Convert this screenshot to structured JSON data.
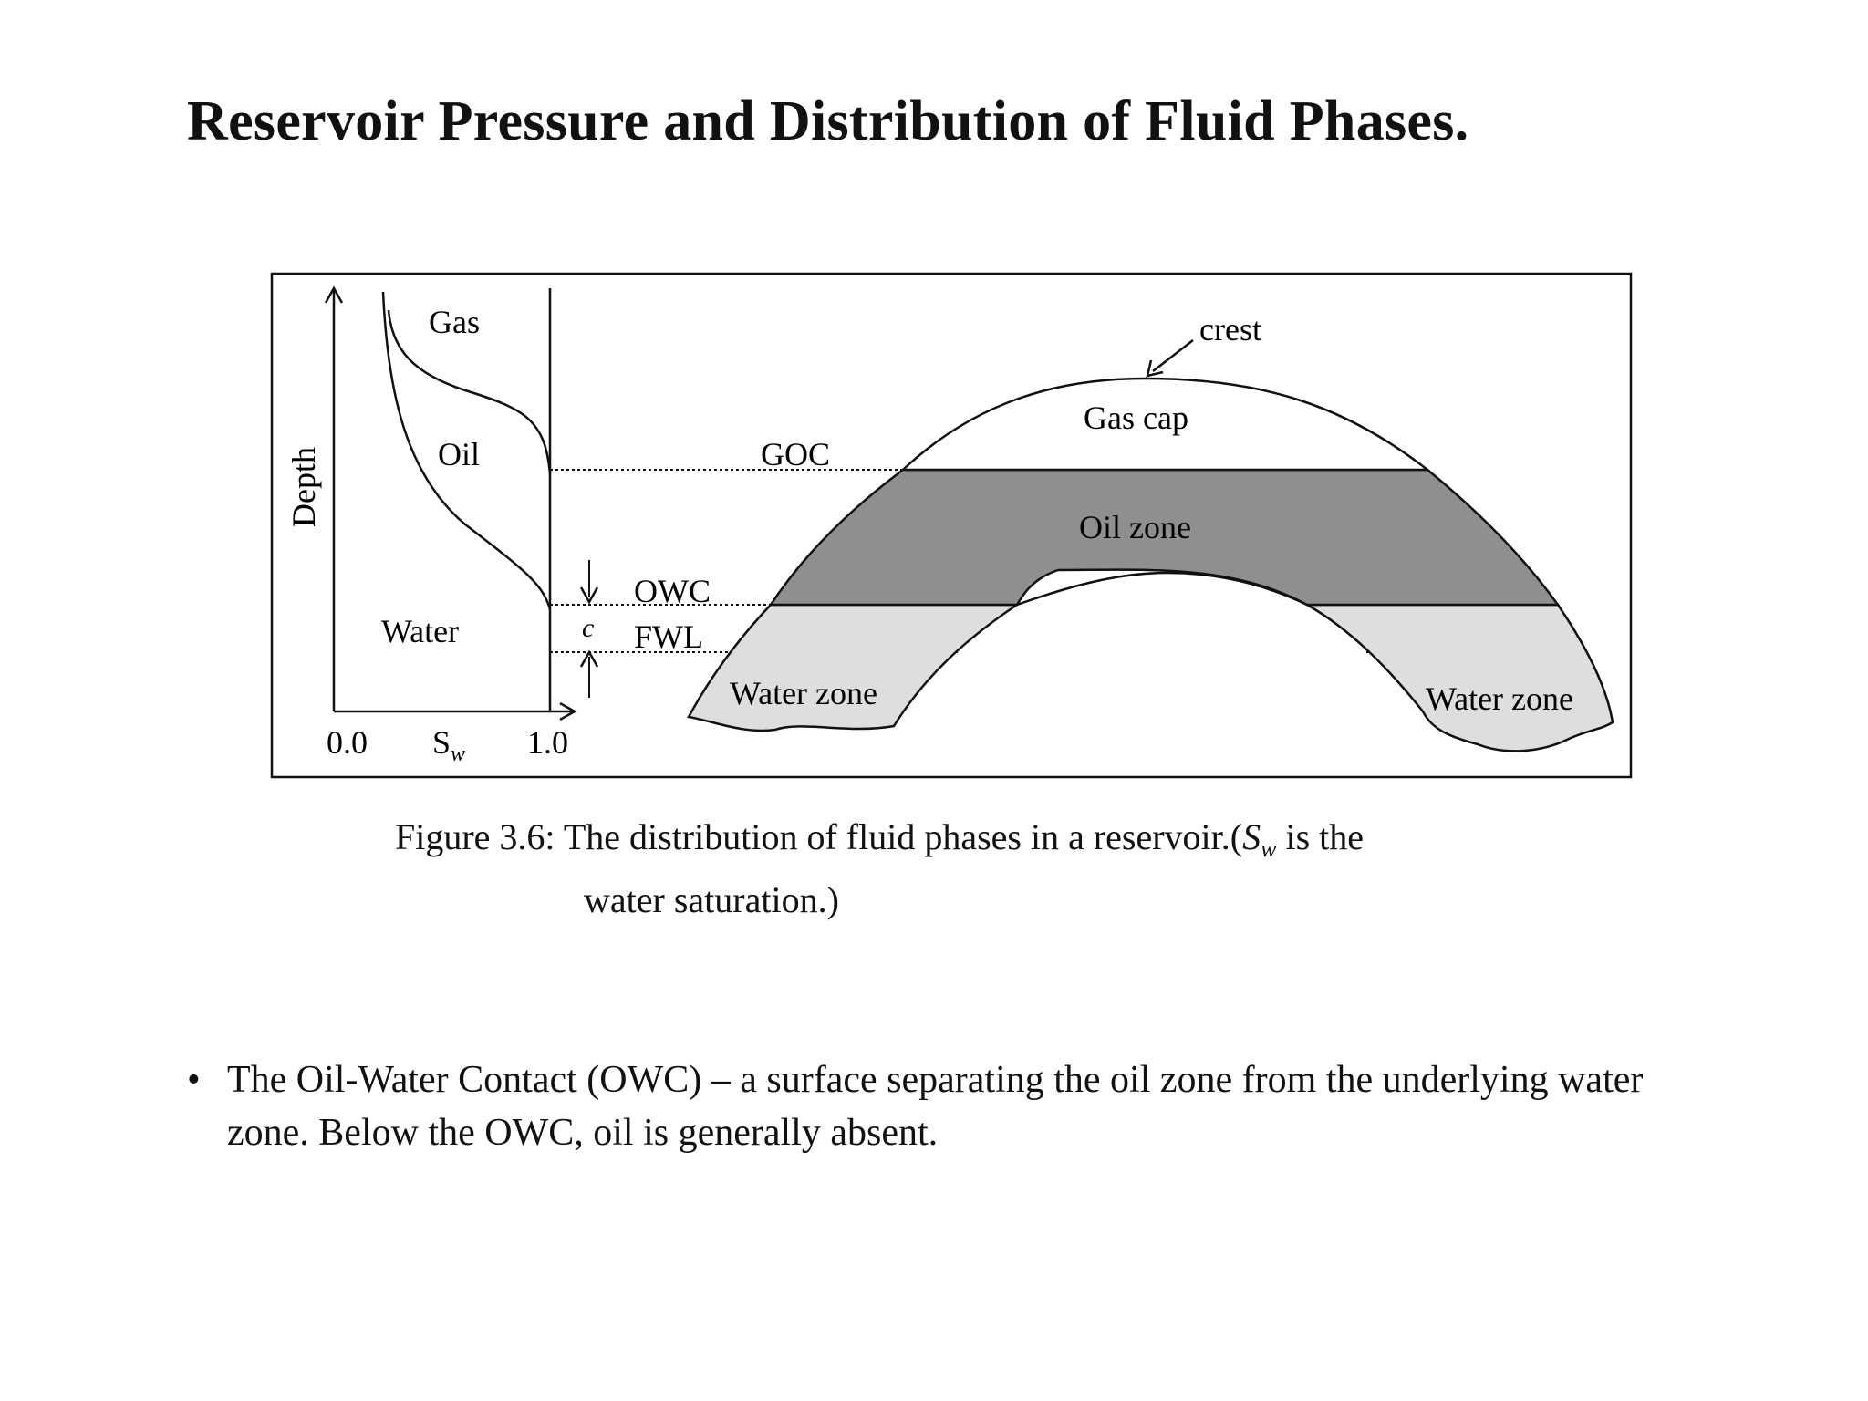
{
  "title": "Reservoir Pressure and Distribution of Fluid Phases.",
  "figure": {
    "saturation_plot": {
      "axis_y_label": "Depth",
      "axis_x_label": "S",
      "axis_x_label_sub": "w",
      "tick_min": "0.0",
      "tick_max": "1.0",
      "zones": [
        "Gas",
        "Oil",
        "Water"
      ],
      "capillary_label": "c"
    },
    "contacts": {
      "goc": "GOC",
      "owc": "OWC",
      "fwl": "FWL"
    },
    "reservoir": {
      "crest": "crest",
      "gas_cap": "Gas cap",
      "oil_zone": "Oil zone",
      "water_zone_left": "Water zone",
      "water_zone_right": "Water zone"
    },
    "colors": {
      "oil_zone_fill": "#8f8f8f",
      "water_zone_fill": "#dedede",
      "line": "#111111"
    }
  },
  "caption": {
    "prefix": "Figure 3.6: The distribution of fluid phases in a reservoir.(",
    "symbol": "S",
    "symbol_sub": "w",
    "suffix": " is the",
    "line2": "water saturation.)"
  },
  "bullet": {
    "symbol": "•",
    "text": "The Oil-Water Contact (OWC) – a surface separating the oil zone from the underlying water zone. Below the OWC, oil is generally absent."
  }
}
